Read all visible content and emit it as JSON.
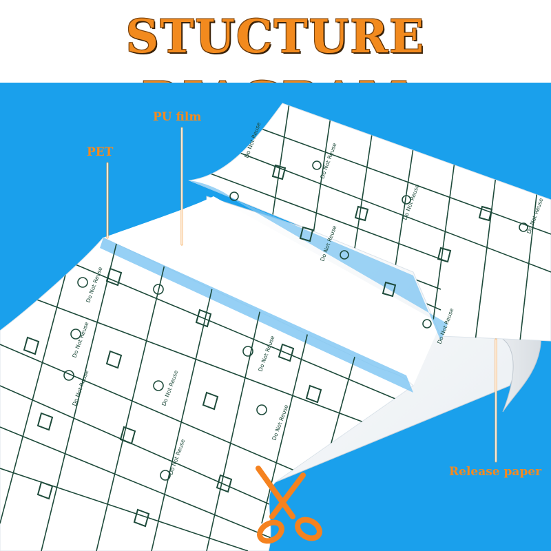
{
  "title": "STUCTURE DIAGRAM",
  "labels": {
    "pet": "PET",
    "pu_film": "PU film",
    "release_paper": "Release paper"
  },
  "print_text": "Do Not Reuse",
  "colors": {
    "title_orange": "#f28a1e",
    "background_blue": "#1aa0ec",
    "label_orange": "#f58a1f",
    "pet_edge_blue": "#7cc4f2",
    "grid_green": "#1d4a3a",
    "scissors_orange": "#f5821f"
  },
  "icons": [
    "no-reuse-icon",
    "glove-icon",
    "scissors-icon"
  ]
}
